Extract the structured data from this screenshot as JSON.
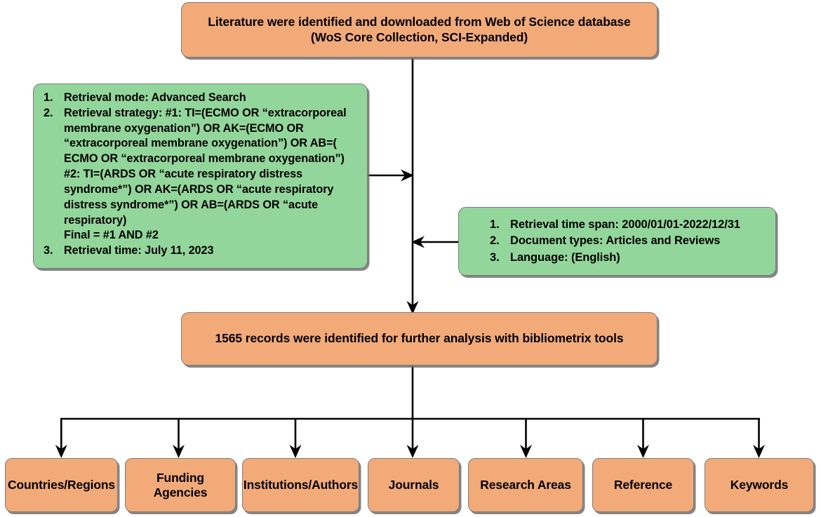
{
  "diagram": {
    "title": "Literature retrieval and bibliometric analysis flowchart",
    "colors": {
      "process_fill": "#f2aa79",
      "criteria_fill": "#93d69b",
      "border": "#7d7d80",
      "connector": "#000000"
    },
    "nodes": {
      "source": {
        "label": "Literature were identified and downloaded from Web of Science database\n(WoS Core Collection, SCI-Expanded)"
      },
      "strategy": {
        "items": [
          {
            "marker": "1.",
            "text": "Retrieval mode: Advanced Search"
          },
          {
            "marker": "2.",
            "text": "Retrieval strategy: #1: TI=(ECMO OR “extracorporeal\nmembrane oxygenation”) OR AK=(ECMO OR\n“extracorporeal membrane oxygenation”) OR AB=(\nECMO OR “extracorporeal membrane oxygenation”)\n#2: TI=(ARDS OR “acute respiratory distress\nsyndrome*”) OR AK=(ARDS OR “acute respiratory\ndistress syndrome*”) OR AB=(ARDS OR “acute\nrespiratory)\nFinal = #1 AND #2"
          },
          {
            "marker": "3.",
            "text": "Retrieval time: July 11, 2023"
          }
        ]
      },
      "filters": {
        "items": [
          {
            "marker": "1.",
            "text": "Retrieval time span: 2000/01/01-2022/12/31"
          },
          {
            "marker": "2.",
            "text": "Document types: Articles and Reviews"
          },
          {
            "marker": "3.",
            "text": "Language: (English)"
          }
        ]
      },
      "records": {
        "label": "1565 records were identified for further analysis with bibliometrix tools"
      }
    },
    "outputs": [
      {
        "label": "Countries/Regions"
      },
      {
        "label": "Funding Agencies"
      },
      {
        "label": "Institutions/Authors"
      },
      {
        "label": "Journals"
      },
      {
        "label": "Research Areas"
      },
      {
        "label": "Reference"
      },
      {
        "label": "Keywords"
      }
    ]
  }
}
